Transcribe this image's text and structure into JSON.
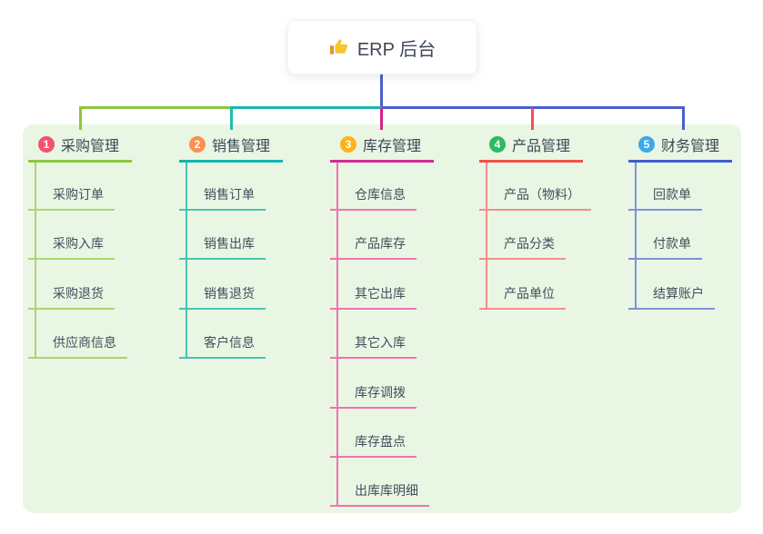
{
  "root": {
    "title": "ERP 后台",
    "icon": "thumbs-up-icon"
  },
  "colors": {
    "panel_bg": "#e9f6e3",
    "stem": "#4a60cf",
    "bus_segments": [
      "#8cc63f",
      "#14b8ae",
      "#4a60cf"
    ],
    "root_text": "#3d4757",
    "node_text": "#424e5c",
    "thumb_hand": "#f6c62d",
    "thumb_cuff": "#e2952f"
  },
  "branches": [
    {
      "number": "1",
      "title": "采购管理",
      "badge_color": "#f5516e",
      "line_color": "#8cc63f",
      "child_line_color": "#a9d573",
      "drop_color": "#8cc63f",
      "children": [
        "采购订单",
        "采购入库",
        "采购退货",
        "供应商信息"
      ]
    },
    {
      "number": "2",
      "title": "销售管理",
      "badge_color": "#fa9153",
      "line_color": "#12b5ab",
      "child_line_color": "#49c3b2",
      "drop_color": "#1fbdb0",
      "children": [
        "销售订单",
        "销售出库",
        "销售退货",
        "客户信息"
      ]
    },
    {
      "number": "3",
      "title": "库存管理",
      "badge_color": "#fcb31b",
      "line_color": "#d02b93",
      "child_line_color": "#f172b2",
      "drop_color": "#d6218e",
      "children": [
        "仓库信息",
        "产品库存",
        "其它出库",
        "其它入库",
        "库存调拨",
        "库存盘点",
        "出库库明细"
      ]
    },
    {
      "number": "4",
      "title": "产品管理",
      "badge_color": "#2eba60",
      "line_color": "#f05149",
      "child_line_color": "#f28f8f",
      "drop_color": "#f25060",
      "children": [
        "产品（物料）",
        "产品分类",
        "产品单位"
      ]
    },
    {
      "number": "5",
      "title": "财务管理",
      "badge_color": "#3ba9ea",
      "line_color": "#3f5ed0",
      "child_line_color": "#7d92da",
      "drop_color": "#4a60cf",
      "children": [
        "回款单",
        "付款单",
        "结算账户"
      ]
    }
  ]
}
